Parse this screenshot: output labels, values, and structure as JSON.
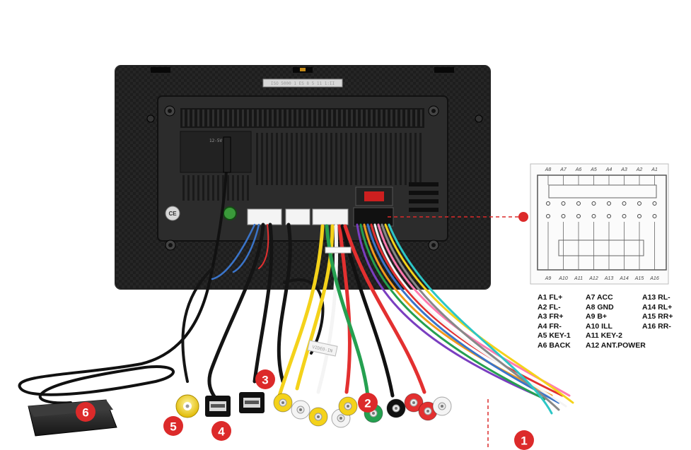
{
  "unit_label": "CE",
  "serial_label": "ISO 5000 1 ES 8 5 11 1:II",
  "port_label": "12-5V",
  "video_label": "VIDEO-IN",
  "badges": [
    "1",
    "2",
    "3",
    "4",
    "5",
    "6"
  ],
  "diagram_top_pins": [
    "A8",
    "A7",
    "A6",
    "A5",
    "A4",
    "A3",
    "A2",
    "A1"
  ],
  "diagram_bottom_pins": [
    "A9",
    "A10",
    "A11",
    "A12",
    "A13",
    "A14",
    "A15",
    "A16"
  ],
  "pin_legend": {
    "col1": [
      "A1 FL+",
      "A2 FL-",
      "A3 FR+",
      "A4 FR-",
      "A5 KEY-1",
      "A6 BACK"
    ],
    "col2": [
      "A7 ACC",
      "A8 GND",
      "A9 B+",
      "A10 ILL",
      "A11 KEY-2",
      "A12 ANT.POWER"
    ],
    "col3": [
      "A13 RL-",
      "A14 RL+",
      "A15 RR+",
      "A16 RR-"
    ]
  },
  "colors": {
    "badge_red": "#dc2a2a",
    "wire_red": "#e33030",
    "wire_yellow": "#f4d21a",
    "wire_green": "#25a050",
    "wire_purple": "#7a3ec0",
    "wire_orange": "#f39a1c",
    "wire_blue": "#3a74c9"
  }
}
